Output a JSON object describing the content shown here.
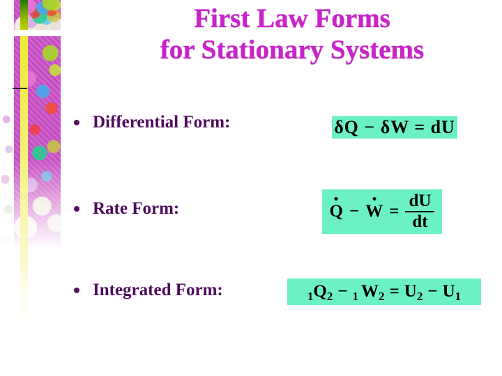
{
  "slide": {
    "title": {
      "line1": "First Law Forms",
      "line2": "for Stationary Systems"
    },
    "bullets": [
      {
        "label": "Differential Form:"
      },
      {
        "label": "Rate Form:"
      },
      {
        "label": "Integrated Form:"
      }
    ],
    "equations": {
      "differential": {
        "text": "δQ − δW = dU"
      },
      "rate": {
        "term1": "Q",
        "minus": "−",
        "term2": "W",
        "equals": "=",
        "numerator": "dU",
        "denominator": "dt"
      },
      "integrated": {
        "pre_sub_1": "1",
        "base_1": "Q",
        "sub_1": "2",
        "minus_1": "−",
        "pre_sub_2": "1",
        "base_2": "W",
        "sub_2": "2",
        "equals": "=",
        "base_3": "U",
        "sub_3": "2",
        "minus_2": "−",
        "base_4": "U",
        "sub_4": "1"
      }
    },
    "colors": {
      "title_text": "#cb22cb",
      "bullet_text": "#4e0c5c",
      "equation_text": "#000000",
      "equation_highlight": "#6cf2c2",
      "stripe_green": "#1e7a06",
      "stripe_yellow": "#ecec2e",
      "art_magenta": "#c94fc9"
    }
  }
}
